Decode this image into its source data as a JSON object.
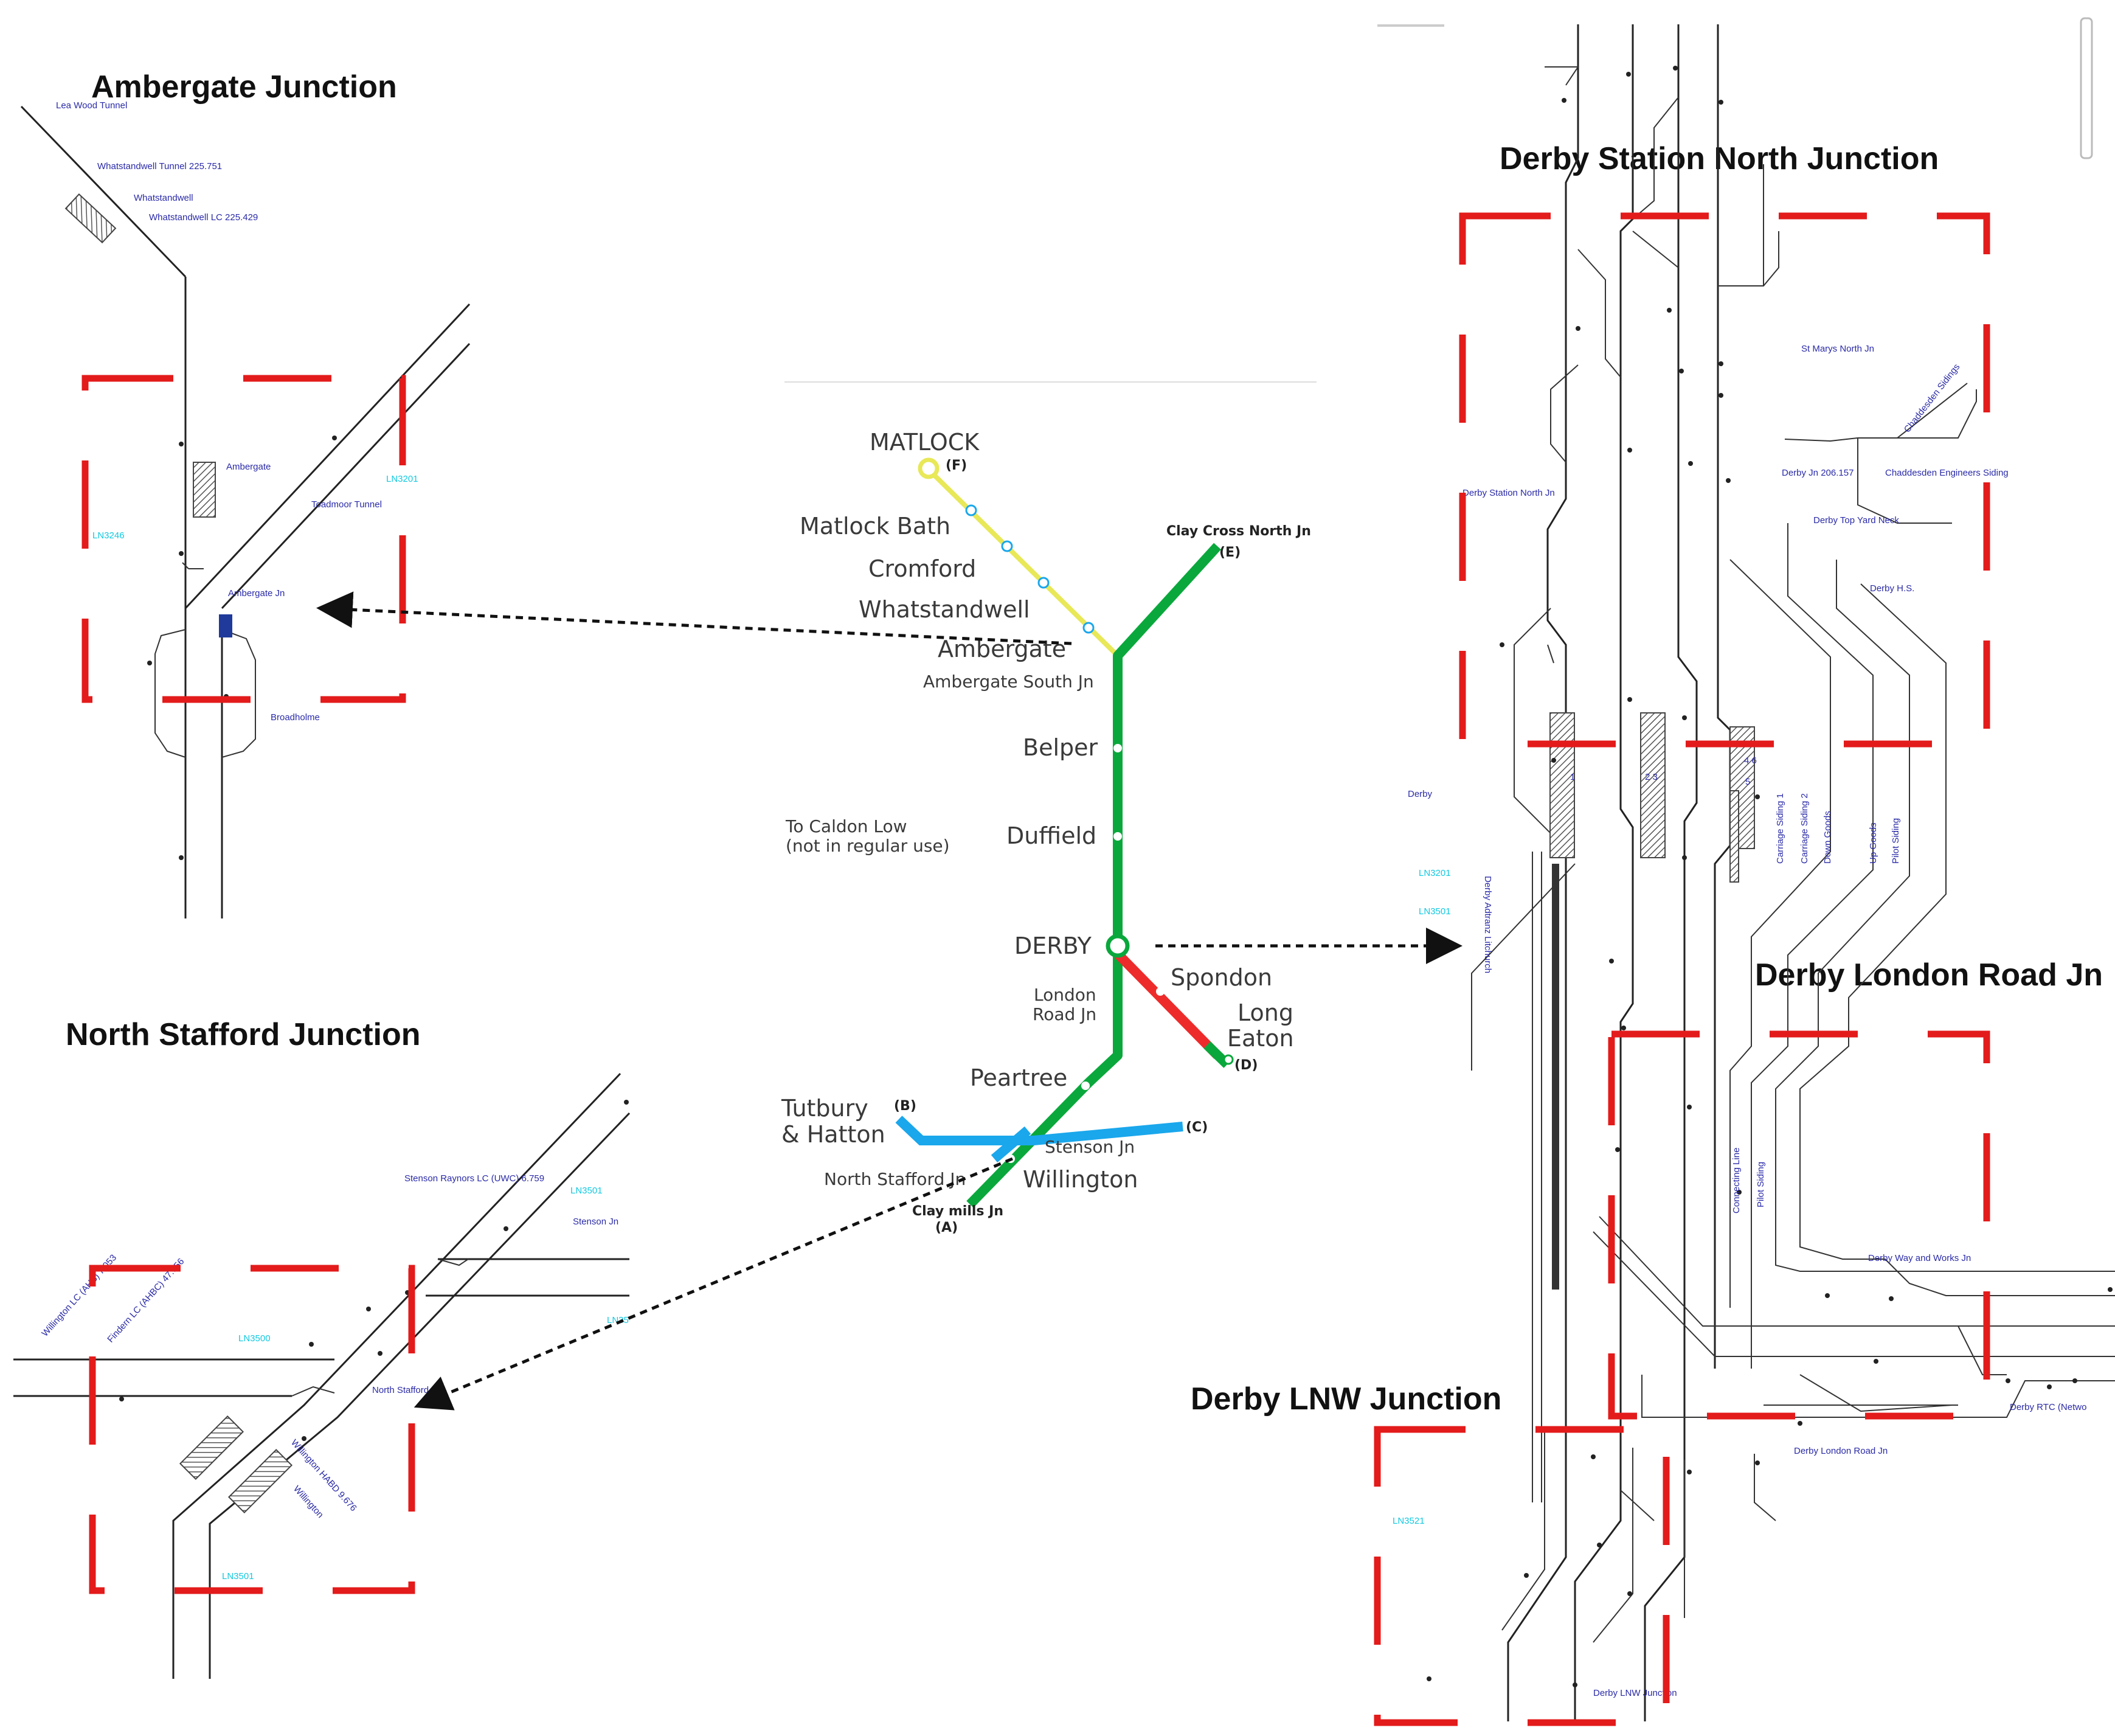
{
  "titles": {
    "ambergate": "Ambergate Junction",
    "north_stafford": "North Stafford Junction",
    "derby_station_north": "Derby Station North Junction",
    "derby_london_road": "Derby London Road Jn",
    "derby_lnw": "Derby LNW Junction"
  },
  "ambergate_map": {
    "lea_wood": "Lea Wood Tunnel",
    "whatstandwell_tunnel": "Whatstandwell Tunnel 225.751",
    "whatstandwell": "Whatstandwell",
    "whatstandwell_lc": "Whatstandwell LC 225.429",
    "ambergate": "Ambergate",
    "toadmoor": "Toadmoor Tunnel",
    "ambergate_jn": "Ambergate Jn",
    "broadholme": "Broadholme",
    "ln_left": "LN3246",
    "ln_right": "LN3201"
  },
  "north_stafford_map": {
    "stenson_raynors": "Stenson Raynors LC (UWC) 6.759",
    "ln3501_a": "LN3501",
    "stenson_jn": "Stenson Jn",
    "ln_short": "LN35",
    "willington_lc": "Willington LC (AHB) 7.053",
    "findern_lc": "Findern LC (AHBC) 47.656",
    "ln3500": "LN3500",
    "north_stafford_jn": "North Stafford Jn",
    "willington_habd": "Willington HABD 9.676",
    "willington": "Willington",
    "ln3501_b": "LN3501"
  },
  "network": {
    "matlock": "MATLOCK",
    "matlock_code": "(F)",
    "matlock_bath": "Matlock Bath",
    "cromford": "Cromford",
    "whatstandwell": "Whatstandwell",
    "ambergate": "Ambergate",
    "ambergate_south": "Ambergate South Jn",
    "clay_cross": "Clay Cross North Jn",
    "clay_cross_code": "(E)",
    "belper": "Belper",
    "caldon_1": "To Caldon Low",
    "caldon_2": "(not in regular use)",
    "duffield": "Duffield",
    "derby": "DERBY",
    "london_road_1": "London",
    "london_road_2": "Road Jn",
    "spondon": "Spondon",
    "long": "Long",
    "eaton": "Eaton",
    "long_eaton_code": "(D)",
    "peartree": "Peartree",
    "tutbury_1": "Tutbury",
    "tutbury_2": "& Hatton",
    "tutbury_code": "(B)",
    "east_code": "(C)",
    "stenson_jn": "Stenson Jn",
    "north_stafford_jn": "North Stafford Jn",
    "willington": "Willington",
    "clay_mills": "Clay mills Jn",
    "clay_mills_code": "(A)",
    "colors": {
      "green": "#0aa83c",
      "yellow": "#e8e858",
      "red": "#ee2b2b",
      "blue": "#1aa7ec"
    }
  },
  "derby_map": {
    "st_marys": "St Marys North Jn",
    "chaddesden_sidings": "Chaddesden Sidings",
    "derby_jn": "Derby Jn 206.157",
    "chaddesden_engineers": "Chaddesden Engineers Siding",
    "station_north": "Derby Station North Jn",
    "top_yard": "Derby Top Yard Neck",
    "hs": "Derby H.S.",
    "derby": "Derby",
    "ln3201": "LN3201",
    "ln3501": "LN3501",
    "adtranz": "Derby Adtranz Litchurch",
    "carriage_1": "Carriage Siding 1",
    "carriage_2": "Carriage Siding 2",
    "down_goods": "Down Goods",
    "up_goods": "Up Goods",
    "pilot_siding": "Pilot Siding",
    "connecting_line": "Connecting Line",
    "pilot_siding_2": "Pilot Siding",
    "way_works": "Derby Way and Works Jn",
    "rtc": "Derby RTC (Netwo",
    "london_road_jn": "Derby London Road Jn",
    "ln3521": "LN3521",
    "lnw_jn": "Derby LNW Junction",
    "plat_1": "1",
    "plat_23": "2 3",
    "plat_46": "4 6",
    "plat_5": "5"
  }
}
